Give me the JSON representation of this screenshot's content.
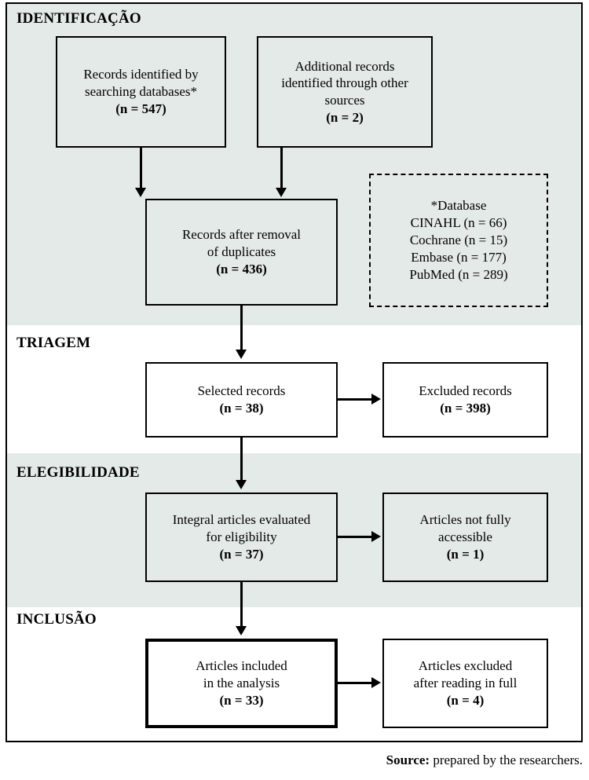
{
  "diagram": {
    "title": "PRISMA flow diagram",
    "colors": {
      "stage_background": "#e4eae8",
      "plain_background": "#ffffff",
      "border": "#000000"
    },
    "stages": [
      {
        "id": "identificacao",
        "label": "IDENTIFICAÇÃO"
      },
      {
        "id": "triagem",
        "label": "TRIAGEM"
      },
      {
        "id": "elegibilidade",
        "label": "ELEGIBILIDADE"
      },
      {
        "id": "inclusao",
        "label": "INCLUSÃO"
      }
    ],
    "boxes": {
      "records_identified": {
        "line1": "Records identified by",
        "line2": "searching databases*",
        "count": "(n = 547)"
      },
      "additional_records": {
        "line1": "Additional records",
        "line2": "identified through other",
        "line3": "sources",
        "count": "(n = 2)"
      },
      "records_after_dedup": {
        "line1": "Records after removal",
        "line2": "of duplicates",
        "count": "(n = 436)"
      },
      "database_legend": {
        "title": "*Database",
        "entries": [
          "CINAHL (n = 66)",
          "Cochrane  (n = 15)",
          "Embase (n = 177)",
          "PubMed (n = 289)"
        ]
      },
      "selected_records": {
        "line1": "Selected records",
        "count": "(n = 38)"
      },
      "excluded_records": {
        "line1": "Excluded records",
        "count": "(n = 398)"
      },
      "integral_articles": {
        "line1": "Integral articles evaluated",
        "line2": "for eligibility",
        "count": "(n = 37)"
      },
      "articles_not_accessible": {
        "line1": "Articles not fully",
        "line2": "accessible",
        "count": "(n = 1)"
      },
      "articles_included": {
        "line1": "Articles included",
        "line2": "in the analysis",
        "count": "(n = 33)"
      },
      "articles_excluded_full": {
        "line1": "Articles excluded",
        "line2": "after reading in full",
        "count": "(n = 4)"
      }
    },
    "source": {
      "key": "Source:",
      "value": " prepared by the researchers."
    }
  },
  "chart_data": {
    "type": "diagram",
    "title": "PRISMA flow diagram",
    "nodes": [
      {
        "id": "records_identified",
        "stage": "IDENTIFICAÇÃO",
        "label": "Records identified by searching databases*",
        "n": 547
      },
      {
        "id": "additional_records",
        "stage": "IDENTIFICAÇÃO",
        "label": "Additional records identified through other sources",
        "n": 2
      },
      {
        "id": "records_after_dedup",
        "stage": "IDENTIFICAÇÃO",
        "label": "Records after removal of duplicates",
        "n": 436
      },
      {
        "id": "selected_records",
        "stage": "TRIAGEM",
        "label": "Selected records",
        "n": 38
      },
      {
        "id": "excluded_records",
        "stage": "TRIAGEM",
        "label": "Excluded records",
        "n": 398
      },
      {
        "id": "integral_articles",
        "stage": "ELEGIBILIDADE",
        "label": "Integral articles evaluated for eligibility",
        "n": 37
      },
      {
        "id": "articles_not_accessible",
        "stage": "ELEGIBILIDADE",
        "label": "Articles not fully accessible",
        "n": 1
      },
      {
        "id": "articles_included",
        "stage": "INCLUSÃO",
        "label": "Articles included in the analysis",
        "n": 33
      },
      {
        "id": "articles_excluded_full",
        "stage": "INCLUSÃO",
        "label": "Articles excluded after reading in full",
        "n": 4
      }
    ],
    "edges": [
      {
        "from": "records_identified",
        "to": "records_after_dedup"
      },
      {
        "from": "additional_records",
        "to": "records_after_dedup"
      },
      {
        "from": "records_after_dedup",
        "to": "selected_records"
      },
      {
        "from": "selected_records",
        "to": "excluded_records"
      },
      {
        "from": "selected_records",
        "to": "integral_articles"
      },
      {
        "from": "integral_articles",
        "to": "articles_not_accessible"
      },
      {
        "from": "integral_articles",
        "to": "articles_included"
      },
      {
        "from": "articles_included",
        "to": "articles_excluded_full"
      }
    ],
    "database_breakdown": {
      "CINAHL": 66,
      "Cochrane": 15,
      "Embase": 177,
      "PubMed": 289
    }
  }
}
